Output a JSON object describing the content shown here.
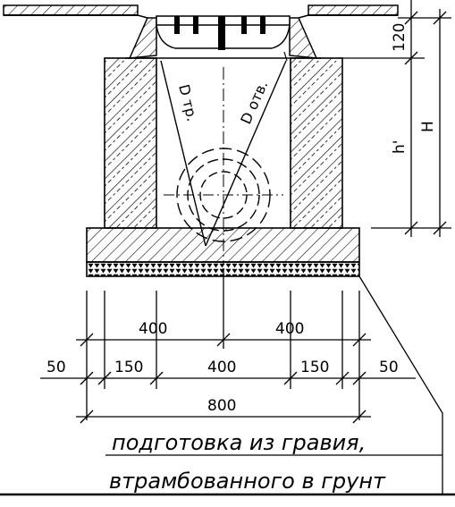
{
  "labels": {
    "d_pipe": "D тр.",
    "d_hole": "D отв.",
    "h_prime": "h'",
    "h_total": "H",
    "d_120": "120"
  },
  "dimensions": {
    "top_left": "400",
    "top_right": "400",
    "left_outer": "50",
    "left_wall": "150",
    "center": "400",
    "right_wall": "150",
    "right_outer": "50",
    "overall": "800"
  },
  "note": {
    "line1": "подготовка из гравия,",
    "line2": "втрамбованного в грунт"
  }
}
